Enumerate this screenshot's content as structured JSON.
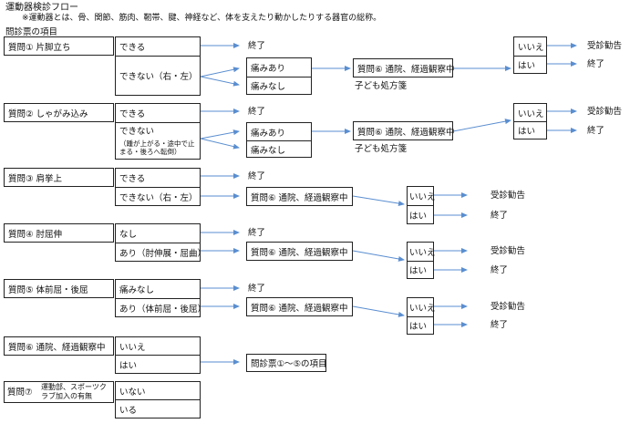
{
  "header": {
    "title": "運動器検診フロー",
    "note": "※運動器とは、骨、関節、筋肉、靭帯、腱、神経など、体を支えたり動かしたりする器官の総称。",
    "section": "問診票の項目"
  },
  "q1": {
    "label": "質問① 片脚立ち",
    "opt1": "できる",
    "opt2": "できない（右・左）",
    "end": "終了",
    "pain_yes": "痛みあり",
    "pain_no": "痛みなし",
    "q6": "質問⑥ 通院、経過観察中",
    "kids": "子ども処方箋",
    "no": "いいえ",
    "yes": "はい",
    "advise": "受診勧告",
    "end2": "終了"
  },
  "q2": {
    "label": "質問② しゃがみ込み",
    "opt1": "できる",
    "opt2": "できない",
    "opt2_note": "（踵が上がる・途中で止まる・後ろへ転倒）",
    "end": "終了",
    "pain_yes": "痛みあり",
    "pain_no": "痛みなし",
    "q6": "質問⑥ 通院、経過観察中",
    "kids": "子ども処方箋",
    "no": "いいえ",
    "yes": "はい",
    "advise": "受診勧告",
    "end2": "終了"
  },
  "q3": {
    "label": "質問③ 肩挙上",
    "opt1": "できる",
    "opt2": "できない（右・左）",
    "end": "終了",
    "q6": "質問⑥ 通院、経過観察中",
    "no": "いいえ",
    "yes": "はい",
    "advise": "受診勧告",
    "end2": "終了"
  },
  "q4": {
    "label": "質問④ 肘屈伸",
    "opt1": "なし",
    "opt2": "あり（肘伸展・屈曲）",
    "end": "終了",
    "q6": "質問⑥ 通院、経過観察中",
    "no": "いいえ",
    "yes": "はい",
    "advise": "受診勧告",
    "end2": "終了"
  },
  "q5": {
    "label": "質問⑤ 体前屈・後屈",
    "opt1": "痛みなし",
    "opt2": "あり（体前屈・後屈）",
    "end": "終了",
    "q6": "質問⑥ 通院、経過観察中",
    "no": "いいえ",
    "yes": "はい",
    "advise": "受診勧告",
    "end2": "終了"
  },
  "q6": {
    "label": "質問⑥ 通院、経過観察中",
    "opt1": "いいえ",
    "opt2": "はい",
    "result": "問診票①～⑤の項目"
  },
  "q7": {
    "label1": "運動部、スポーツク",
    "label2": "ラブ加入の有無",
    "prefix": "質問⑦",
    "opt1": "いない",
    "opt2": "いる"
  },
  "colors": {
    "arrow": "#5a8ed0",
    "line": "#222222"
  }
}
